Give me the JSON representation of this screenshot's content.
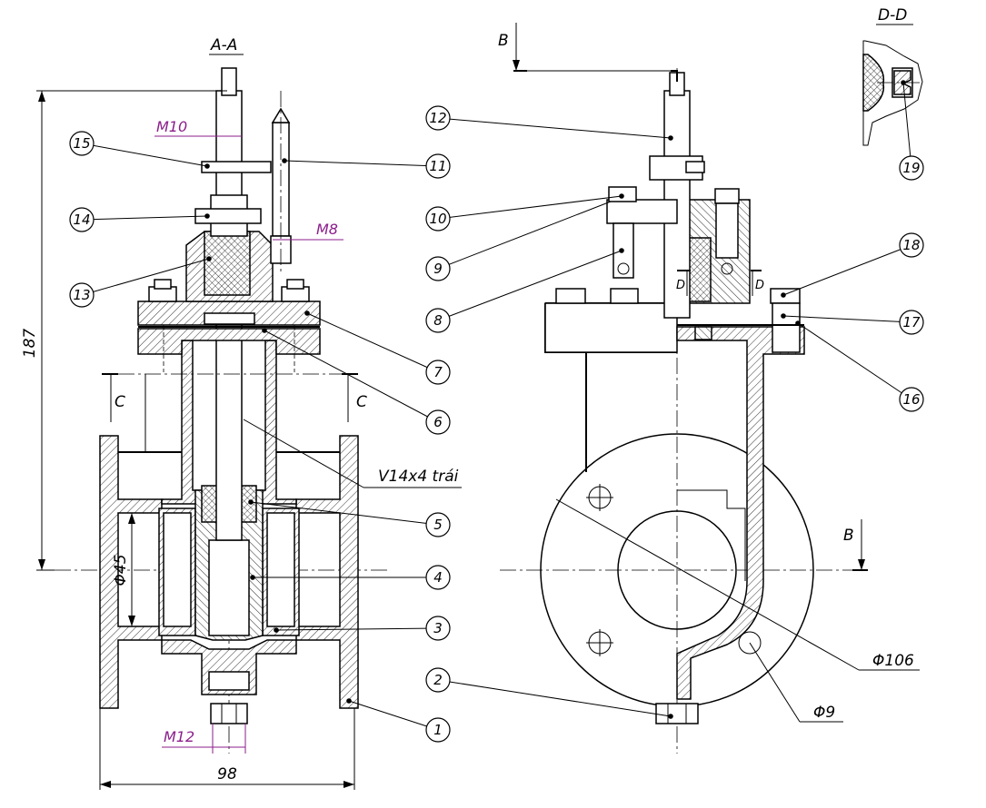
{
  "views": {
    "section_aa": "A-A",
    "section_dd": "D-D",
    "cut_b": "B",
    "cut_c": "C",
    "cut_d": "D"
  },
  "dimensions": {
    "overall_height": "187",
    "body_width": "98",
    "bore_diameter": "Φ45",
    "flange_diameter": "Φ106",
    "bolt_hole_diameter": "Φ9",
    "thread_m10": "M10",
    "thread_m8": "M8",
    "thread_m12": "M12",
    "stem_thread": "V14x4 trái"
  },
  "balloons": [
    "1",
    "2",
    "3",
    "4",
    "5",
    "6",
    "7",
    "8",
    "9",
    "10",
    "11",
    "12",
    "13",
    "14",
    "15",
    "16",
    "17",
    "18",
    "19"
  ],
  "colors": {
    "line": "#000000",
    "dimension_text": "#8b1e8b",
    "background": "#ffffff"
  }
}
